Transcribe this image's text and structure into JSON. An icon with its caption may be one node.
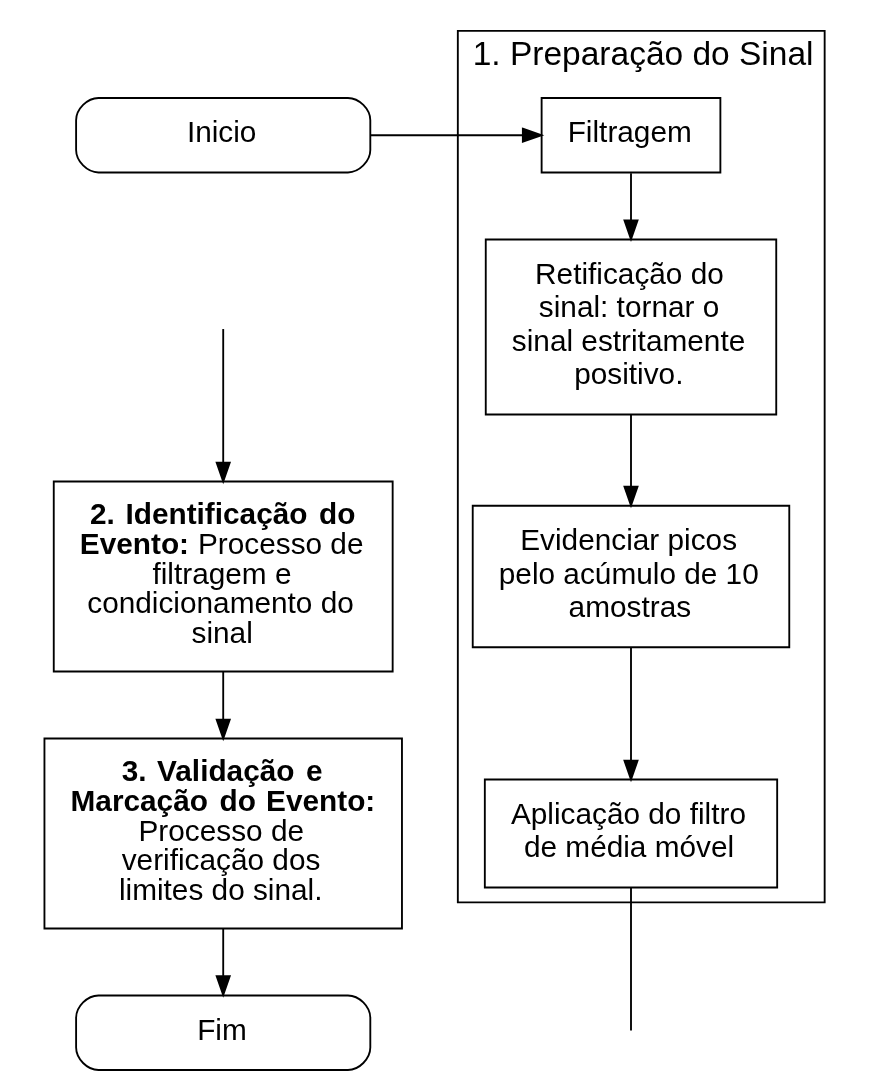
{
  "diagram": {
    "nodes": [
      {
        "text": [
          "1. Preparação do Sinal"
        ]
      },
      {
        "text": [
          "Inicio"
        ]
      },
      {
        "text": [
          "Filtragem"
        ],
        "in": 0
      },
      {
        "text": [
          "Retificação do sinal: tornar o sinal estritamente positivo."
        ],
        "in": 0
      },
      {
        "text": [
          "Evidenciar picos pelo acúmulo de 10 amostras"
        ],
        "in": 0
      },
      {
        "text": [
          "Aplicação do filtro de média móvel"
        ],
        "in": 0
      },
      {
        "text": [
          "Fim"
        ]
      },
      {
        "text": [
          "**3. Validação e Marcação do Evento:** Processo de verificação dos limites do sinal."
        ]
      },
      {
        "text": [
          "**2. Identificação do Evento:** Processo de filtragem e condicionamento do sinal"
        ]
      }
    ],
    "edges": [
      {
        "from": 1,
        "to": 2,
        "arrow": "to"
      },
      {
        "from": 2,
        "to": 3,
        "arrow": "to"
      },
      {
        "from": 3,
        "to": 4,
        "arrow": "to"
      },
      {
        "from": 4,
        "to": 5,
        "arrow": "to"
      },
      {
        "from": 5,
        "to": null,
        "arrow": "none"
      },
      {
        "from": null,
        "to": 8,
        "arrow": "to"
      },
      {
        "from": 8,
        "to": 7,
        "arrow": "to"
      },
      {
        "from": 7,
        "to": 6,
        "arrow": "to"
      }
    ]
  }
}
